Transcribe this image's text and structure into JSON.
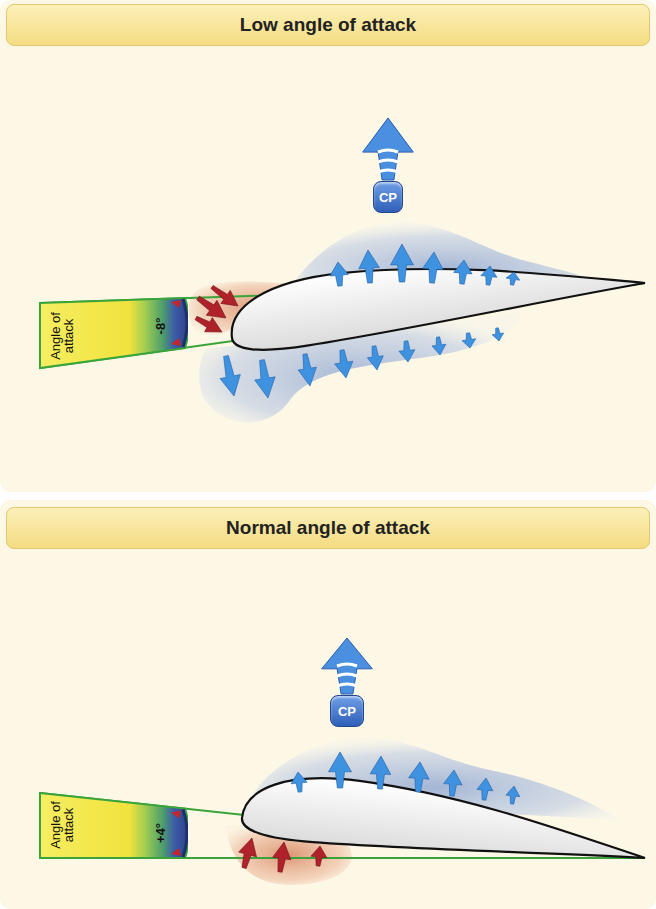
{
  "diagram": {
    "nodes": [
      {
        "text": [
          "Low angle of attack"
        ]
      },
      {
        "text": [
          "CP"
        ]
      },
      {
        "text": [
          "Angle of attack",
          "-8°"
        ]
      },
      {
        "text": [
          "Normal angle of attack"
        ]
      },
      {
        "text": [
          "CP"
        ]
      },
      {
        "text": [
          "Angle of attack",
          "+4°"
        ]
      }
    ]
  }
}
